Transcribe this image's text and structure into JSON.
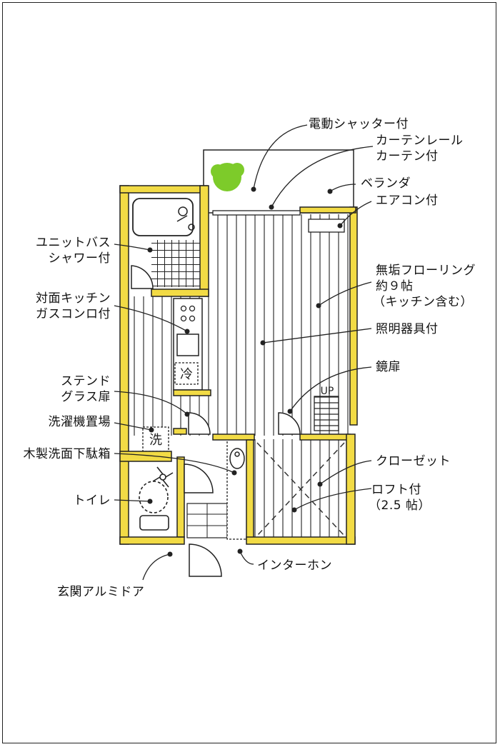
{
  "colors": {
    "wall": "#F2DB45",
    "line": "#222222",
    "tree": "#7DCB2A",
    "paper": "#FFFFFF"
  },
  "labels": {
    "shutter": "電動シャッター付",
    "curtain_rail": "カーテンレール",
    "curtain": "カーテン付",
    "veranda": "ベランダ",
    "aircon": "エアコン付",
    "unit_bath_1": "ユニットバス",
    "unit_bath_2": "シャワー付",
    "flooring_1": "無垢フローリング",
    "flooring_2": "約９帖",
    "flooring_3": "（キッチン含む）",
    "kitchen_1": "対面キッチン",
    "kitchen_2": "ガスコンロ付",
    "lighting": "照明器具付",
    "stained_1": "ステンド",
    "stained_2": "グラス扉",
    "mirror_door": "鏡扉",
    "washer": "洗濯機置場",
    "shoe_box": "木製洗面下駄箱",
    "closet": "クローゼット",
    "toilet": "トイレ",
    "loft_1": "ロフト付",
    "loft_2": "（2.5 帖）",
    "intercom": "インターホン",
    "entrance": "玄関アルミドア"
  },
  "plan_marks": {
    "fridge": "冷",
    "washer_mark": "洗",
    "stairs_up": "UP"
  }
}
